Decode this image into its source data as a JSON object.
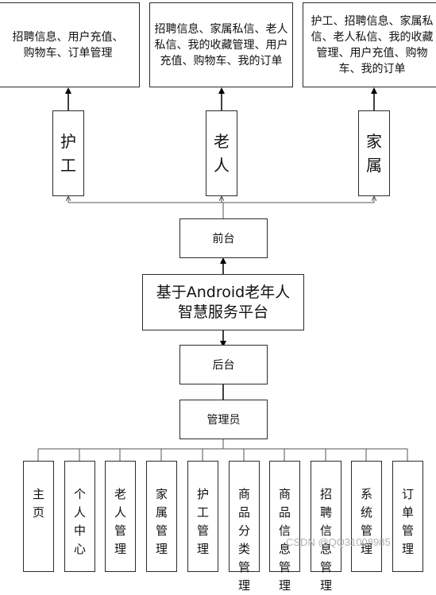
{
  "diagram": {
    "top_boxes": [
      {
        "name": "nurse-functions",
        "text": "招聘信息、用户充值、购物车、订单管理"
      },
      {
        "name": "elder-functions",
        "text": "招聘信息、家属私信、老人私信、我的收藏管理、用户充值、购物车、我的订单"
      },
      {
        "name": "family-functions",
        "text": "护工、招聘信息、家属私信、老人私信、我的收藏管理、用户充值、购物车、我的订单"
      }
    ],
    "roles": [
      {
        "name": "nurse",
        "chars": [
          "护",
          "工"
        ]
      },
      {
        "name": "elder",
        "chars": [
          "老",
          "人"
        ]
      },
      {
        "name": "family",
        "chars": [
          "家",
          "属"
        ]
      }
    ],
    "frontend": "前台",
    "main_title": "基于Android老年人智慧服务平台",
    "backend": "后台",
    "admin": "管理员",
    "modules": [
      {
        "name": "home",
        "chars": [
          "主",
          "页"
        ]
      },
      {
        "name": "personal-center",
        "chars": [
          "个",
          "人",
          "中",
          "心"
        ]
      },
      {
        "name": "elder-management",
        "chars": [
          "老",
          "人",
          "管",
          "理"
        ]
      },
      {
        "name": "family-management",
        "chars": [
          "家",
          "属",
          "管",
          "理"
        ]
      },
      {
        "name": "nurse-management",
        "chars": [
          "护",
          "工",
          "管",
          "理"
        ]
      },
      {
        "name": "product-category-management",
        "chars": [
          "商",
          "品",
          "分",
          "类",
          "管",
          "理"
        ]
      },
      {
        "name": "product-info-management",
        "chars": [
          "商",
          "品",
          "信",
          "息",
          "管",
          "理"
        ]
      },
      {
        "name": "recruitment-info-management",
        "chars": [
          "招",
          "聘",
          "信",
          "息",
          "管",
          "理"
        ]
      },
      {
        "name": "system-management",
        "chars": [
          "系",
          "统",
          "管",
          "理"
        ]
      },
      {
        "name": "order-management",
        "chars": [
          "订",
          "单",
          "管",
          "理"
        ]
      }
    ]
  },
  "watermark": "CSDN @QQ31008985"
}
